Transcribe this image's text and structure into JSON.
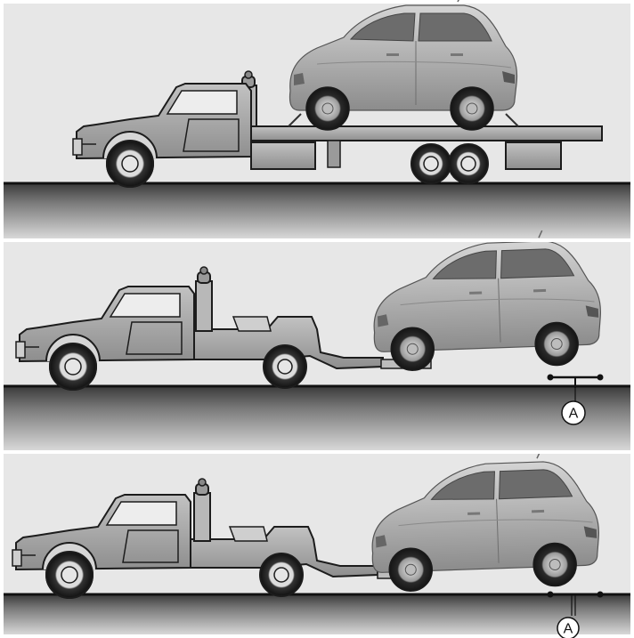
{
  "callout_label": "A",
  "colors": {
    "sky": "#e6e6e6",
    "ground_top": "#1e1e1e",
    "truck_body": "#a8a8a8",
    "truck_outline": "#1c1c1c",
    "car_body": "#b3b3b3",
    "car_glass": "#6a6a6a",
    "tire": "#2a2a2a",
    "panel_border": "#ffffff"
  },
  "panels": [
    {
      "scene": "flatbed-tow-truck-car-on-bed",
      "callout": false
    },
    {
      "scene": "wheel-lift-tow-front-wheels-raised-rear-on-dollies",
      "callout": true
    },
    {
      "scene": "wheel-lift-tow-front-wheels-raised-rear-on-ground",
      "callout": true
    }
  ]
}
